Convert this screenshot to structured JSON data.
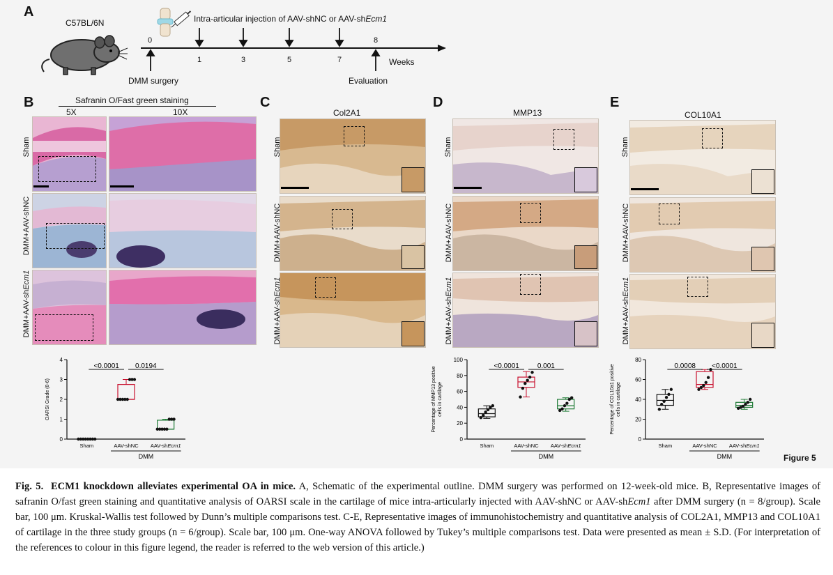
{
  "panelA": {
    "letter": "A",
    "strain": "C57BL/6N",
    "injection_prefix": "Intra-articular injection of AAV-shNC or AAV-sh",
    "injection_gene": "Ecm1",
    "ticks": [
      "0",
      "1",
      "3",
      "5",
      "7",
      "8"
    ],
    "unit": "Weeks",
    "surgery": "DMM surgery",
    "evaluation": "Evaluation"
  },
  "panelB": {
    "letter": "B",
    "stain_title": "Safranin O/Fast green staining",
    "mag_low": "5X",
    "mag_high": "10X",
    "rows": [
      "Sham",
      "DMM+AAV-shNC",
      "DMM+AAV-sh"
    ],
    "gene": "Ecm1"
  },
  "panelC": {
    "letter": "C",
    "marker": "Col2A1"
  },
  "panelD": {
    "letter": "D",
    "marker": "MMP13"
  },
  "panelE": {
    "letter": "E",
    "marker": "COL10A1"
  },
  "figure_label": "Figure 5",
  "group_label": "DMM",
  "chart_data": [
    {
      "type": "scatter",
      "ylabel": "OARSI Grade (0-6)",
      "ylim": [
        0,
        4
      ],
      "yticks": [
        "0",
        "1",
        "2",
        "3",
        "4"
      ],
      "categories": [
        "Sham",
        "AAV-shNC",
        "AAV-sh"
      ],
      "category_gene": "Ecm1",
      "box_colors": [
        "#111111",
        "#c8102e",
        "#1e7a35"
      ],
      "points": [
        [
          0,
          0,
          0,
          0,
          0,
          0,
          0,
          0
        ],
        [
          2,
          2,
          2,
          2,
          2,
          3,
          3,
          3
        ],
        [
          0.5,
          0.5,
          0.5,
          0.5,
          0.5,
          1,
          1,
          1
        ]
      ],
      "boxes": [
        {
          "q1": 0,
          "median": 0,
          "q3": 0,
          "min": 0,
          "max": 0
        },
        {
          "q1": 2,
          "median": 2,
          "q3": 2.75,
          "min": 2,
          "max": 3
        },
        {
          "q1": 0.5,
          "median": 0.5,
          "q3": 0.95,
          "min": 0.5,
          "max": 1
        }
      ],
      "p_values": [
        "<0.0001",
        "0.0194"
      ]
    },
    {
      "type": "scatter",
      "ylabel": "Percentage of MMP13 positive cells in cartilage",
      "ylim": [
        0,
        100
      ],
      "yticks": [
        "0",
        "20",
        "40",
        "60",
        "80",
        "100"
      ],
      "categories": [
        "Sham",
        "AAV-shNC",
        "AAV-sh"
      ],
      "category_gene": "Ecm1",
      "box_colors": [
        "#111111",
        "#c8102e",
        "#1e7a35"
      ],
      "points": [
        [
          27,
          30,
          34,
          37,
          40,
          42
        ],
        [
          53,
          64,
          70,
          74,
          78,
          84
        ],
        [
          36,
          38,
          42,
          45,
          50,
          52
        ]
      ],
      "boxes": [
        {
          "q1": 28,
          "median": 32,
          "q3": 38,
          "min": 26,
          "max": 42
        },
        {
          "q1": 65,
          "median": 72,
          "q3": 78,
          "min": 53,
          "max": 85
        },
        {
          "q1": 38,
          "median": 42,
          "q3": 50,
          "min": 35,
          "max": 52
        }
      ],
      "p_values": [
        "<0.0001",
        "0.001"
      ]
    },
    {
      "type": "scatter",
      "ylabel": "Percentage of COL10a1 positive cells in cartilage",
      "ylim": [
        0,
        80
      ],
      "yticks": [
        "0",
        "20",
        "40",
        "60",
        "80"
      ],
      "categories": [
        "Sham",
        "AAV-shNC",
        "AAV-sh"
      ],
      "category_gene": "Ecm1",
      "box_colors": [
        "#111111",
        "#c8102e",
        "#1e7a35"
      ],
      "points": [
        [
          30,
          35,
          38,
          42,
          45,
          50
        ],
        [
          50,
          52,
          54,
          57,
          62,
          70
        ],
        [
          31,
          32,
          33,
          35,
          37,
          40
        ]
      ],
      "boxes": [
        {
          "q1": 34,
          "median": 39,
          "q3": 45,
          "min": 30,
          "max": 50
        },
        {
          "q1": 52,
          "median": 55,
          "q3": 68,
          "min": 50,
          "max": 70
        },
        {
          "q1": 32,
          "median": 34,
          "q3": 37,
          "min": 30,
          "max": 40
        }
      ],
      "p_values": [
        "0.0008",
        "<0.0001"
      ]
    }
  ],
  "caption": {
    "fig_no": "Fig. 5.",
    "title": "ECM1 knockdown alleviates experimental OA in mice.",
    "text_1": "A, Schematic of the experimental outline. DMM surgery was performed on 12-week-old mice. B, Representative images of safranin O/fast green staining and quantitative analysis of OARSI scale in the cartilage of mice intra-articularly injected with AAV-shNC or AAV-sh",
    "gene": "Ecm1",
    "text_2": "after DMM surgery (n = 8/group). Scale bar, 100 μm. Kruskal-Wallis test followed by Dunn’s multiple comparisons test. C-E, Representative images of immunohistochemistry and quantitative analysis of COL2A1, MMP13 and COL10A1 of cartilage in the three study groups (n = 6/group). Scale bar, 100 μm. One-way ANOVA followed by Tukey’s multiple comparisons test. Data were presented as mean ± S.D. (For interpretation of the references to colour in this figure legend, the reader is referred to the web version of this article.)"
  }
}
